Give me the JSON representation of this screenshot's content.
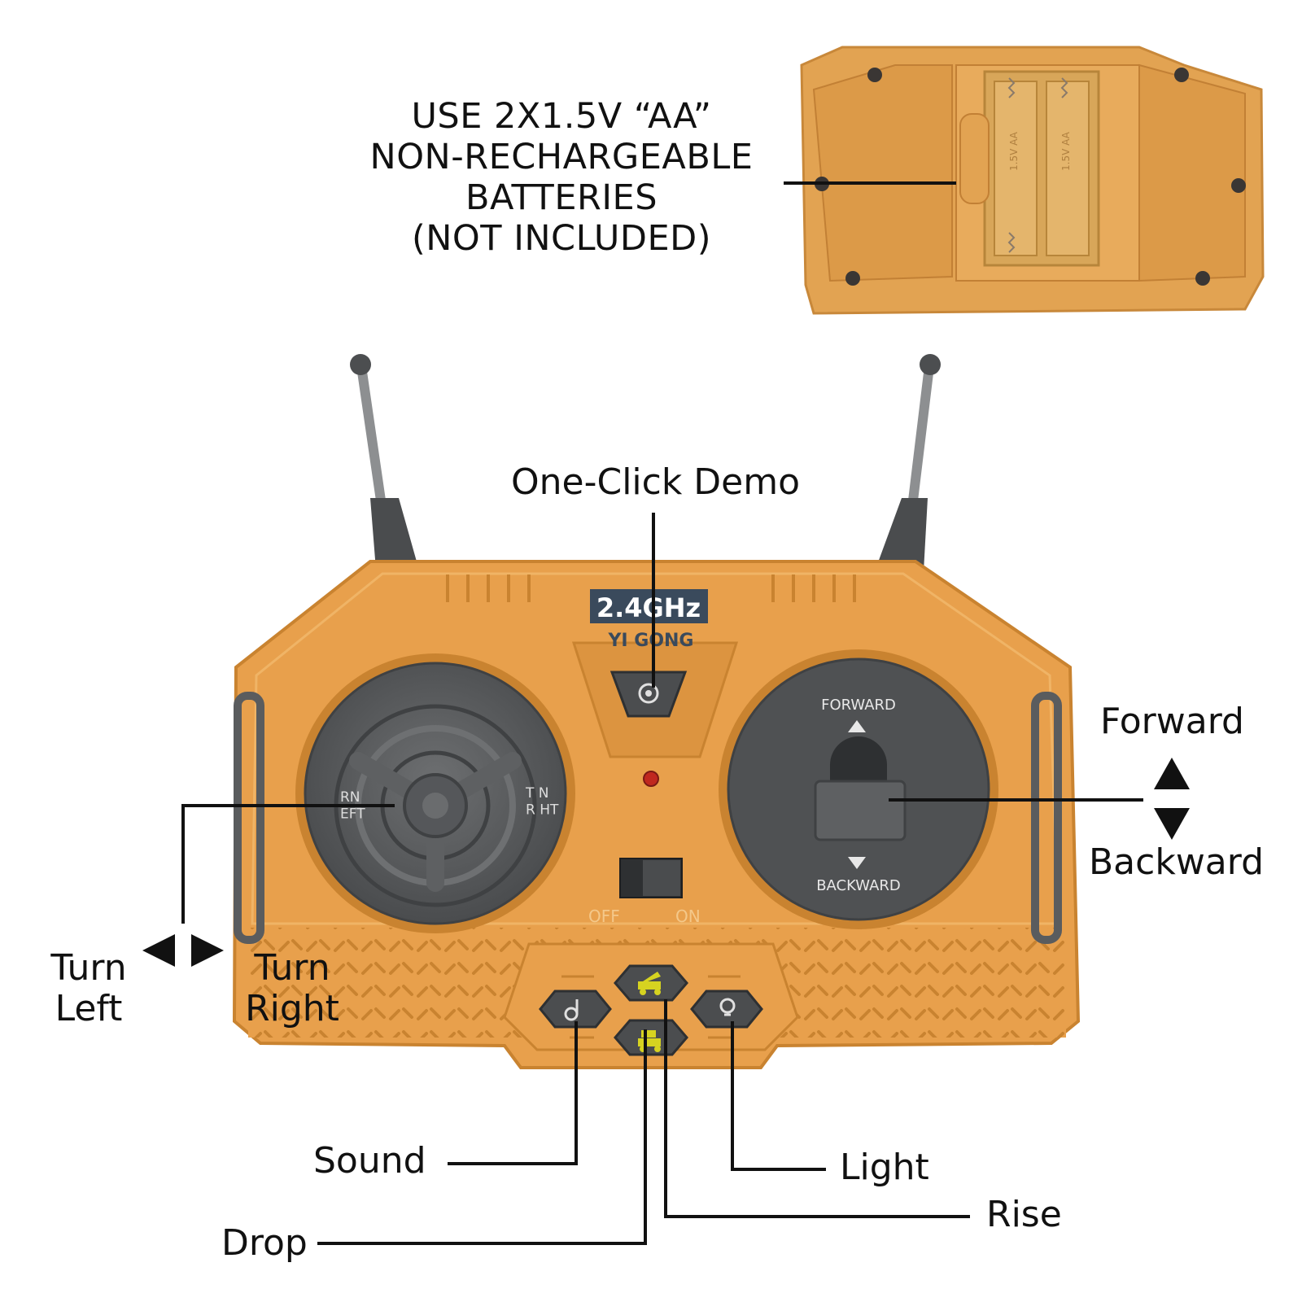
{
  "battery_note": {
    "line1": "USE 2X1.5V “AA”",
    "line2": "NON-RECHARGEABLE",
    "line3": "BATTERIES",
    "line4": "(NOT INCLUDED)"
  },
  "remote_print": {
    "frequency": "2.4GHz",
    "brand": "YI GONG",
    "left_dial_left": "RN\nEFT",
    "left_dial_right": "T   N\nR   HT",
    "right_pad_top": "FORWARD",
    "right_pad_bottom": "BACKWARD",
    "switch_off": "OFF",
    "switch_on": "ON",
    "battery_cell_1": "1.5V AA",
    "battery_cell_2": "1.5V AA"
  },
  "callouts": {
    "demo": "One-Click Demo",
    "forward": "Forward",
    "backward": "Backward",
    "turn_left_1": "Turn",
    "turn_left_2": "Left",
    "turn_right_1": "Turn",
    "turn_right_2": "Right",
    "sound": "Sound",
    "drop": "Drop",
    "light": "Light",
    "rise": "Rise"
  },
  "colors": {
    "body": "#e8a04c",
    "body_dark": "#c98330",
    "body_light": "#f0b466",
    "grey": "#5b5d5f",
    "grey_dark": "#3f4143",
    "label_plate": "#3a4a5c",
    "led": "#c0281f",
    "icon_yellow": "#d6d320"
  },
  "icons": [
    "gear-icon",
    "music-note-icon",
    "bulb-icon",
    "dump-truck-rise-icon",
    "dump-truck-drop-icon",
    "triangle-up-icon",
    "triangle-down-icon",
    "triangle-left-icon",
    "triangle-right-icon"
  ]
}
